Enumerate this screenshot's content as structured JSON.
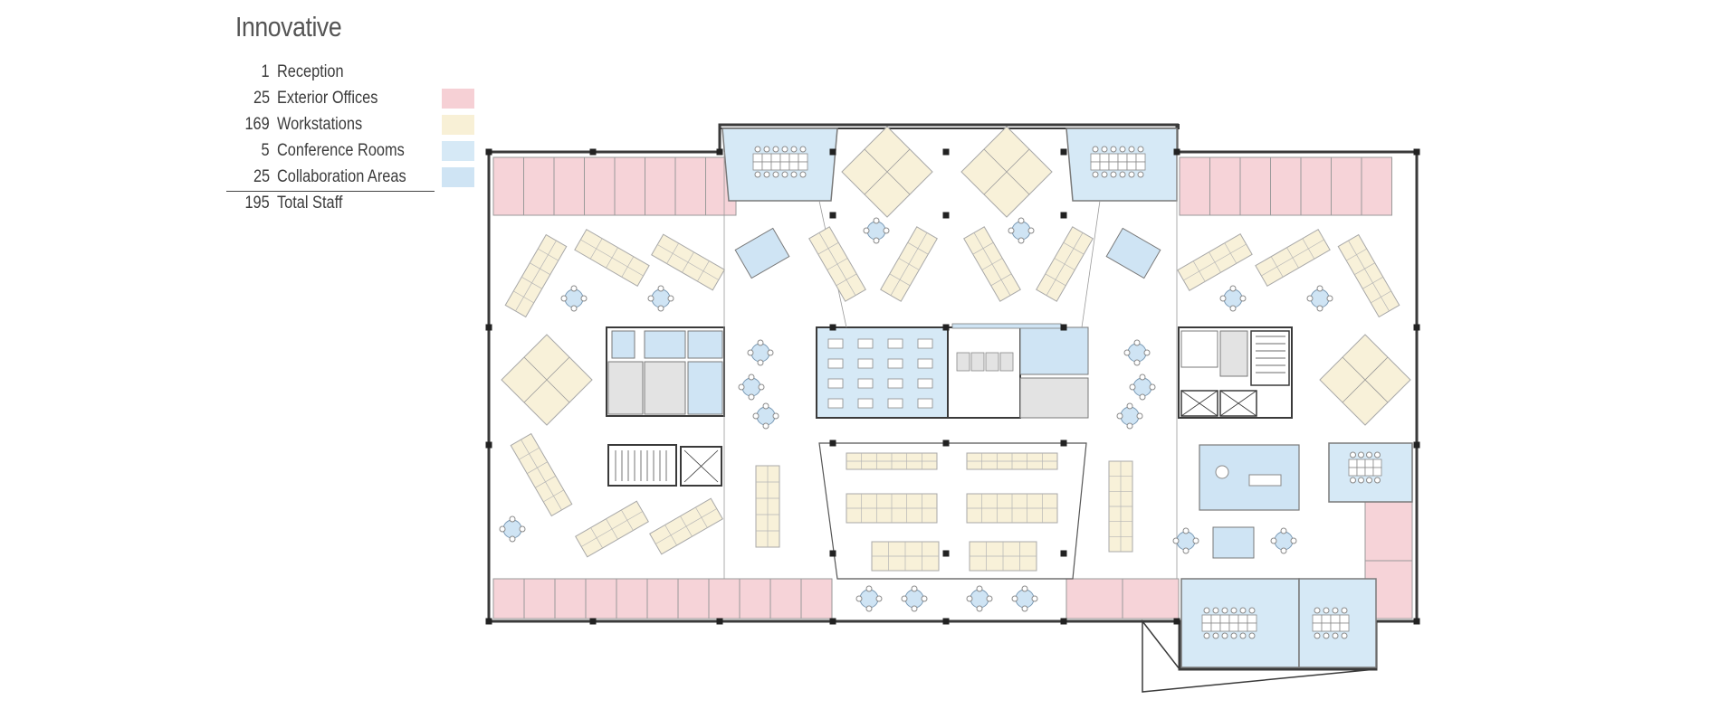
{
  "title": "Innovative",
  "legend": {
    "items": [
      {
        "count": "1",
        "label": "Reception",
        "swatch": ""
      },
      {
        "count": "25",
        "label": "Exterior Offices",
        "swatch": "#f6d0d5"
      },
      {
        "count": "169",
        "label": "Workstations",
        "swatch": "#f8f0d6"
      },
      {
        "count": "5",
        "label": "Conference Rooms",
        "swatch": "#d6e9f6"
      },
      {
        "count": "25",
        "label": "Collaboration Areas",
        "swatch": "#cfe4f4"
      }
    ],
    "total": {
      "count": "195",
      "label": "Total Staff"
    }
  },
  "colors": {
    "office": "#f6d3d8",
    "workstation": "#f8f1d9",
    "conference": "#d6e9f6",
    "collaboration": "#cfe4f4",
    "core": "#e3e3e3",
    "wall": "#3a3a3a",
    "furniture": "#8a8a8a"
  }
}
